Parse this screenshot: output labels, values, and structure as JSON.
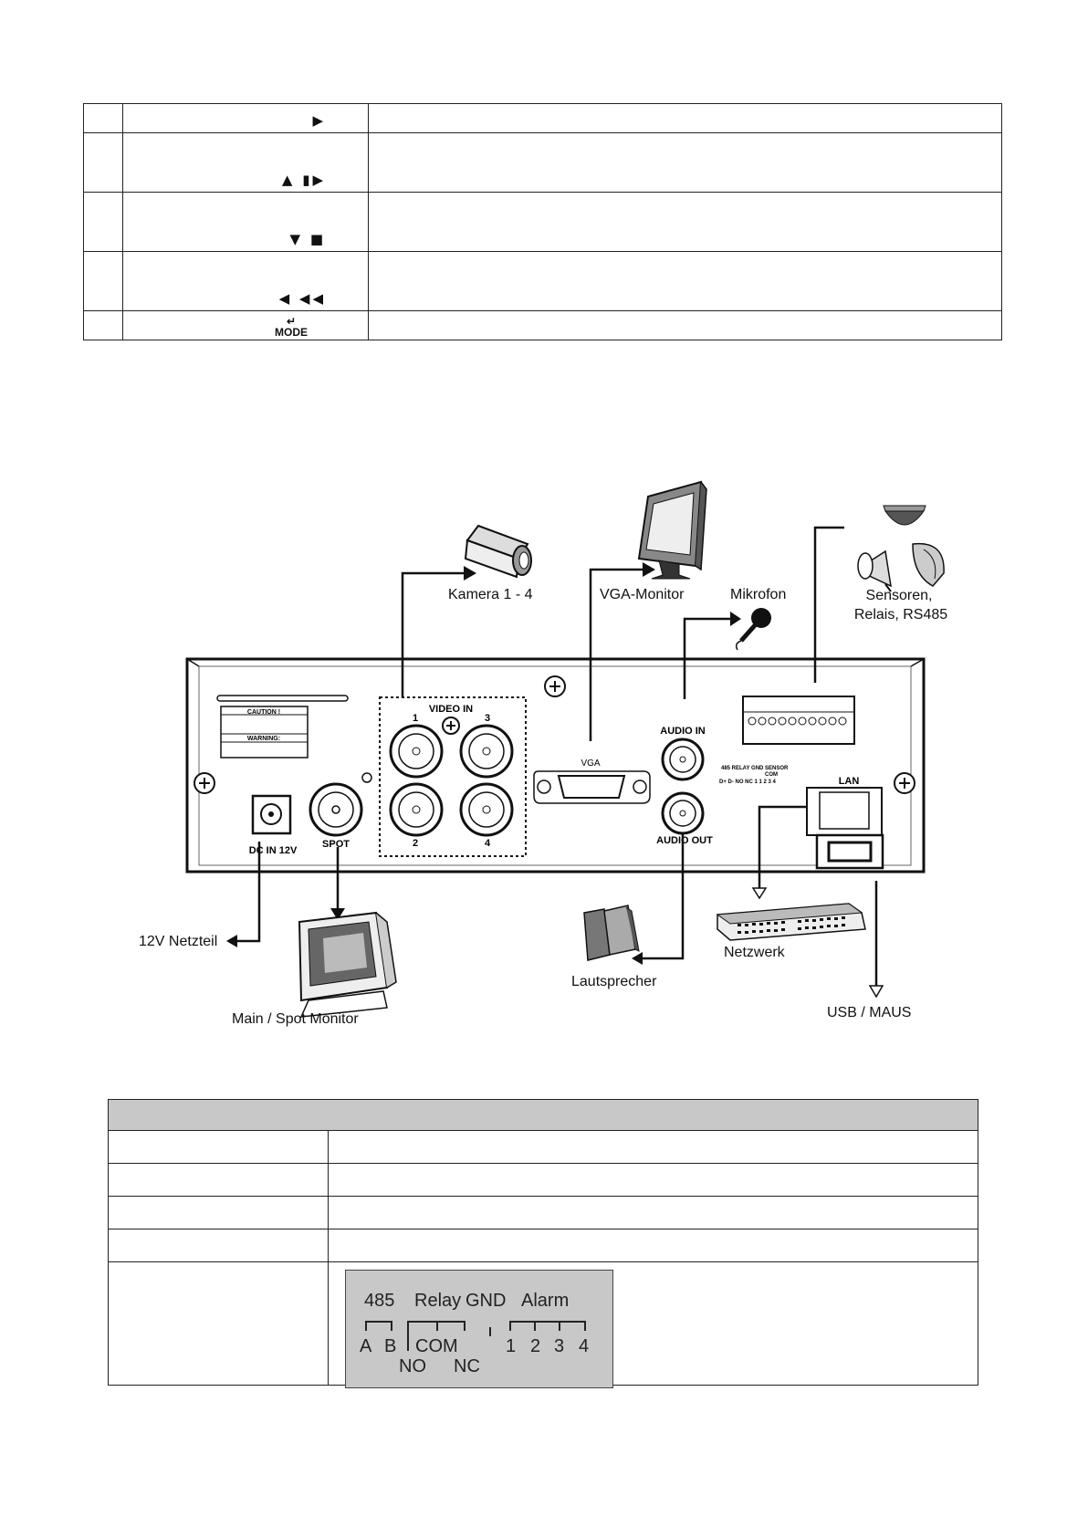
{
  "buttons_table": {
    "rows": [
      {
        "symbol": "▶"
      },
      {
        "symbol": "▲  ▮▶"
      },
      {
        "symbol": "▼  ■"
      },
      {
        "symbol": "◀  ◀◀"
      },
      {
        "symbol_arrow": "↵",
        "symbol_text": "MODE"
      }
    ]
  },
  "diagram": {
    "labels": {
      "camera": "Kamera 1 - 4",
      "vga_monitor": "VGA-Monitor",
      "mic": "Mikrofon",
      "sensors_line1": "Sensoren,",
      "sensors_line2": "Relais, RS485",
      "psu": "12V Netzteil",
      "main_monitor": "Main / Spot Monitor",
      "speaker": "Lautsprecher",
      "network": "Netzwerk",
      "usb": "USB / MAUS"
    },
    "panel_text": {
      "video_in": "VIDEO IN",
      "ch1": "1",
      "ch2": "2",
      "ch3": "3",
      "ch4": "4",
      "vga": "VGA",
      "audio_in": "AUDIO IN",
      "audio_out": "AUDIO OUT",
      "dc_in": "DC IN 12V",
      "spot": "SPOT",
      "lan": "LAN",
      "caution": "CAUTION !",
      "warning": "WARNING:",
      "term_labels": "485  RELAY GND SENSOR",
      "term_pins": "D+ D- NO  NC 1 1 2 3 4",
      "com": "COM"
    }
  },
  "pinout": {
    "r485": "485",
    "relay": "Relay",
    "gnd": "GND",
    "alarm": "Alarm",
    "a": "A",
    "b": "B",
    "com": "COM",
    "p1": "1",
    "p2": "2",
    "p3": "3",
    "p4": "4",
    "no": "NO",
    "nc": "NC"
  }
}
